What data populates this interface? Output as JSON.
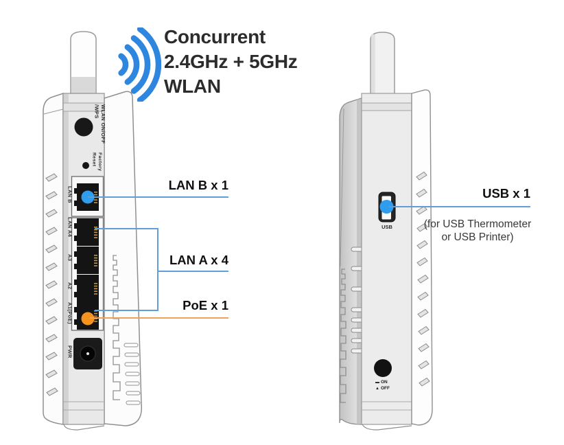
{
  "heading": {
    "text": "Concurrent\n2.4GHz + 5GHz\nWLAN"
  },
  "colors": {
    "wifi_blue": "#2e86de",
    "callout_line_blue": "#5f9fd8",
    "port_dot_blue": "#2f9ced",
    "callout_line_orange": "#f0a159",
    "poe_dot_orange": "#f6921e"
  },
  "left_device": {
    "labels": {
      "wlan_button": "WLAN ON/OFF\n/WPS",
      "factory_reset": "Factory\nReset",
      "lan_b": "LAN B",
      "lan_a4": "LAN A4",
      "a3": "A3",
      "a2": "A2",
      "a1_poe": "A1(PoE)",
      "pwr": "PWR"
    }
  },
  "right_device": {
    "labels": {
      "usb": "USB",
      "on": "ON",
      "off": "OFF"
    },
    "icons": {
      "on_symbol": "▬",
      "off_symbol": "▲"
    }
  },
  "callouts": {
    "lan_b": "LAN B x 1",
    "lan_a": "LAN A x 4",
    "poe": "PoE x 1",
    "usb": "USB x 1",
    "usb_note": "(for USB Thermometer\nor USB Printer)"
  }
}
